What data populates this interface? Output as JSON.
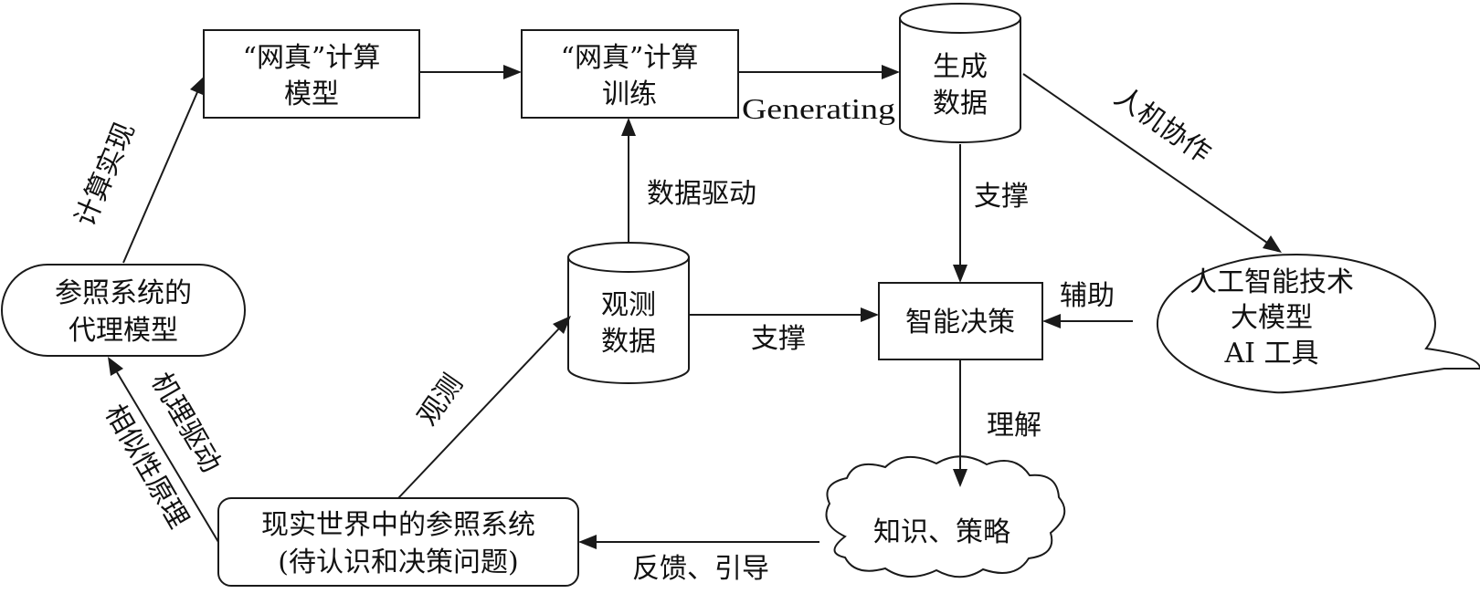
{
  "nodes": {
    "model": {
      "line1": "“网真”计算",
      "line2": "模型"
    },
    "training": {
      "line1": "“网真”计算",
      "line2": "训练"
    },
    "generated": {
      "line1": "生成",
      "line2": "数据"
    },
    "proxy": {
      "line1": "参照系统的",
      "line2": "代理模型"
    },
    "observed": {
      "line1": "观测",
      "line2": "数据"
    },
    "decision": {
      "line1": "智能决策"
    },
    "ai": {
      "line1": "人工智能技术",
      "line2": "大模型",
      "line3": "AI 工具"
    },
    "knowledge": {
      "line1": "知识、策略"
    },
    "reality": {
      "line1": "现实世界中的参照系统",
      "line2": "(待认识和决策问题)"
    }
  },
  "edges": {
    "computation": "计算实现",
    "generating": "Generating",
    "human_machine": "人机协作",
    "data_driven": "数据驱动",
    "support_generated": "支撑",
    "assist": "辅助",
    "support_observed": "支撑",
    "observe": "观测",
    "mechanism": "机理驱动",
    "similarity": "相似性原理",
    "understand": "理解",
    "feedback": "反馈、引导"
  }
}
